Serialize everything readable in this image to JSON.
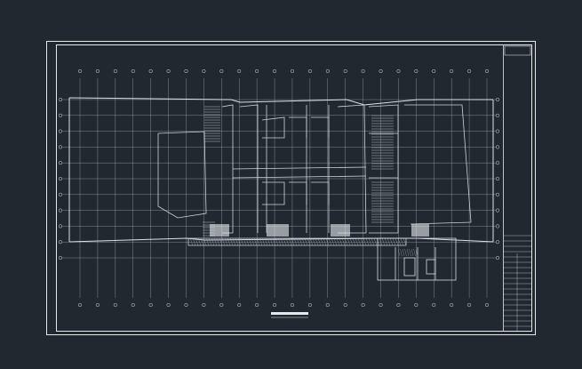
{
  "viewport": {
    "background": "#212830",
    "line_color": "#d8dde2",
    "grid_color": "#9aa3ab",
    "hatch_color": "#b8c0c6"
  },
  "drawing": {
    "column_bubble_count_top": 24,
    "column_bubble_count_bottom": 24,
    "row_bubble_count_left": 11,
    "row_bubble_count_right": 11,
    "title_block_rows": 18
  }
}
